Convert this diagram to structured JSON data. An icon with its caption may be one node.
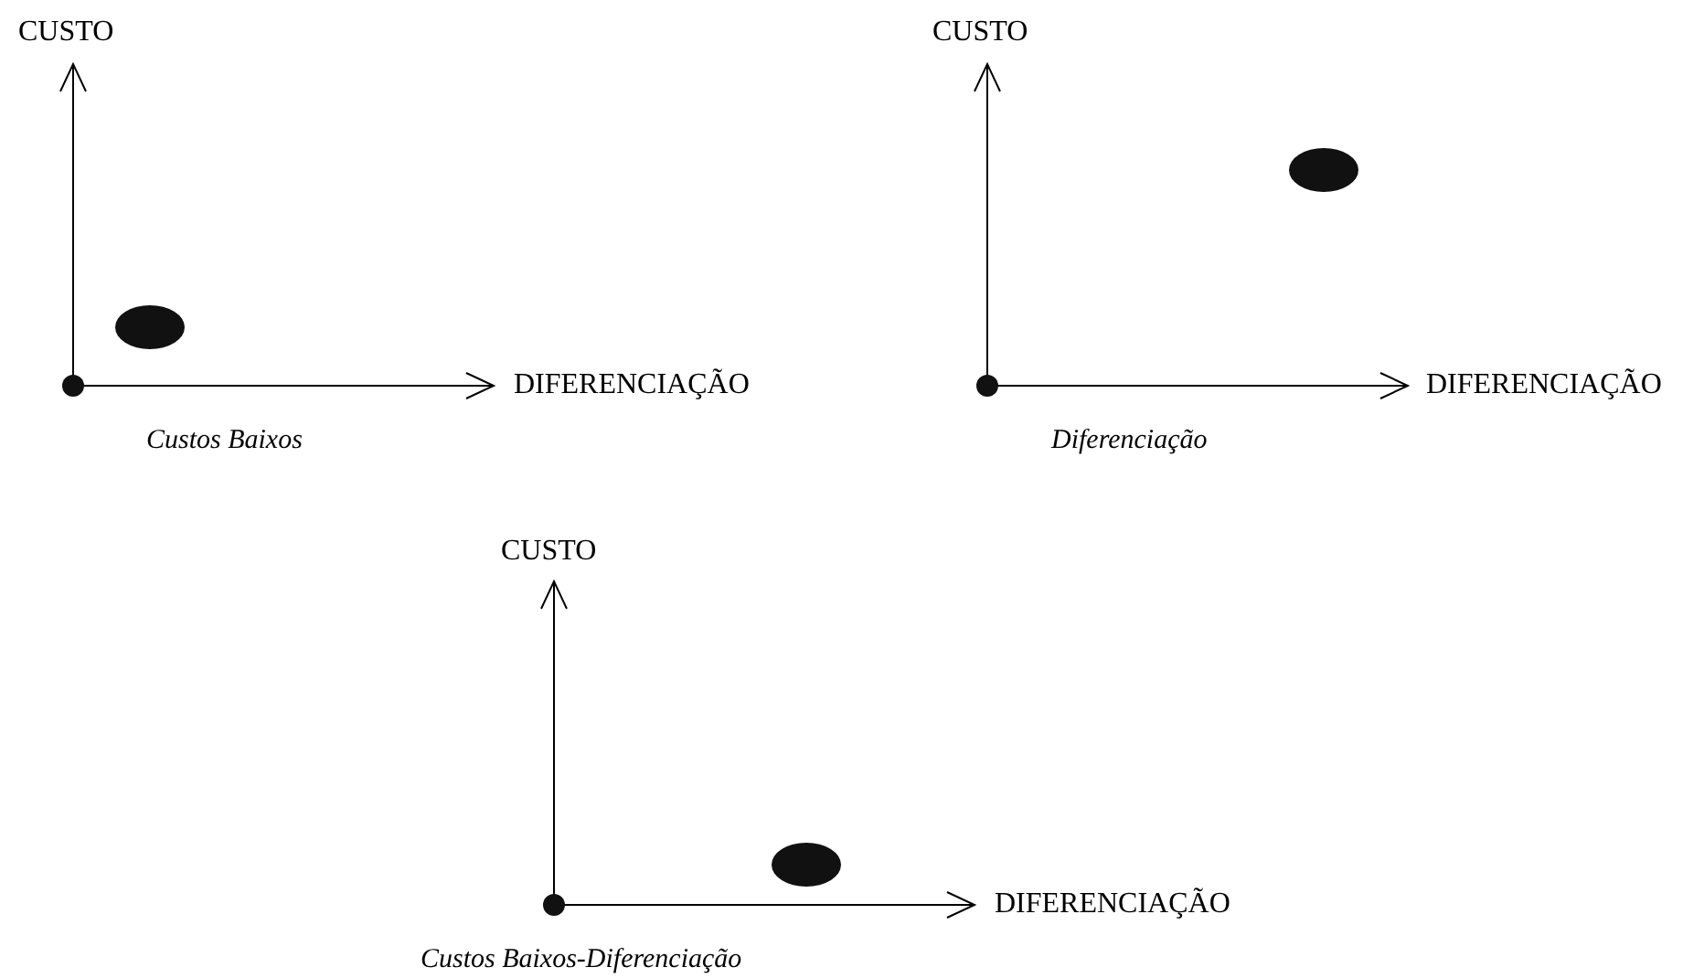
{
  "diagram": {
    "labels": [
      "CUSTO",
      "CUSTO",
      "DIFERENCIAÇÃO",
      "DIFERENCIAÇÃO",
      "Custos Baixos",
      "Diferenciação",
      "CUSTO",
      "DIFERENCIAÇÃO",
      "Custos Baixos-Diferenciação"
    ]
  }
}
